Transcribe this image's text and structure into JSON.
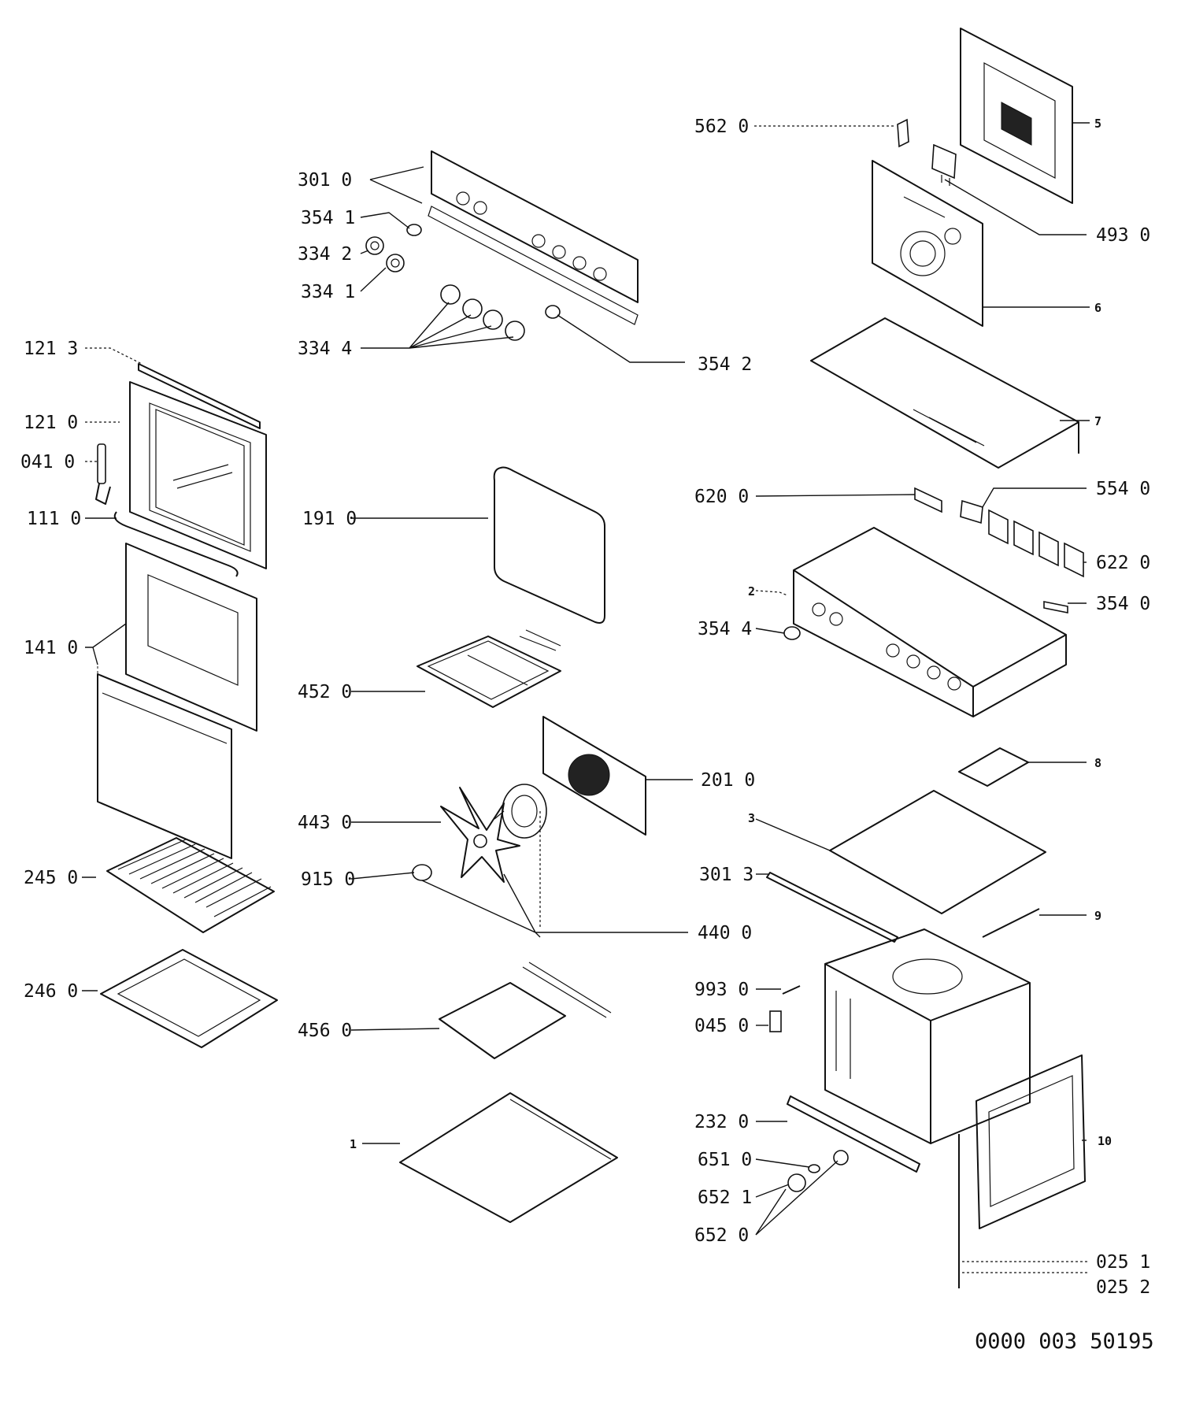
{
  "labels": {
    "l562_0": "562 0",
    "l301_0": "301 0",
    "l354_1": "354 1",
    "l334_2": "334 2",
    "l334_1": "334 1",
    "l334_4": "334 4",
    "l354_2": "354 2",
    "l493_0": "493 0",
    "l5": "5",
    "l6": "6",
    "l7": "7",
    "l121_3": "121 3",
    "l121_0": "121 0",
    "l041_0": "041 0",
    "l111_0": "111 0",
    "l191_0": "191 0",
    "l620_0": "620 0",
    "l554_0": "554 0",
    "l622_0": "622 0",
    "l354_0": "354 0",
    "l2": "2",
    "l354_4": "354 4",
    "l141_0": "141 0",
    "l452_0": "452 0",
    "l201_0": "201 0",
    "l8": "8",
    "l443_0": "443 0",
    "l3": "3",
    "l245_0": "245 0",
    "l915_0": "915 0",
    "l301_3": "301 3",
    "l440_0": "440 0",
    "l9": "9",
    "l246_0": "246 0",
    "l993_0": "993 0",
    "l456_0": "456 0",
    "l045_0": "045 0",
    "l232_0": "232 0",
    "l1": "1",
    "l651_0": "651 0",
    "l10": "10",
    "l652_1": "652 1",
    "l652_0": "652 0",
    "l025_1": "025 1",
    "l025_2": "025 2"
  },
  "document_number": "0000 003 50195"
}
